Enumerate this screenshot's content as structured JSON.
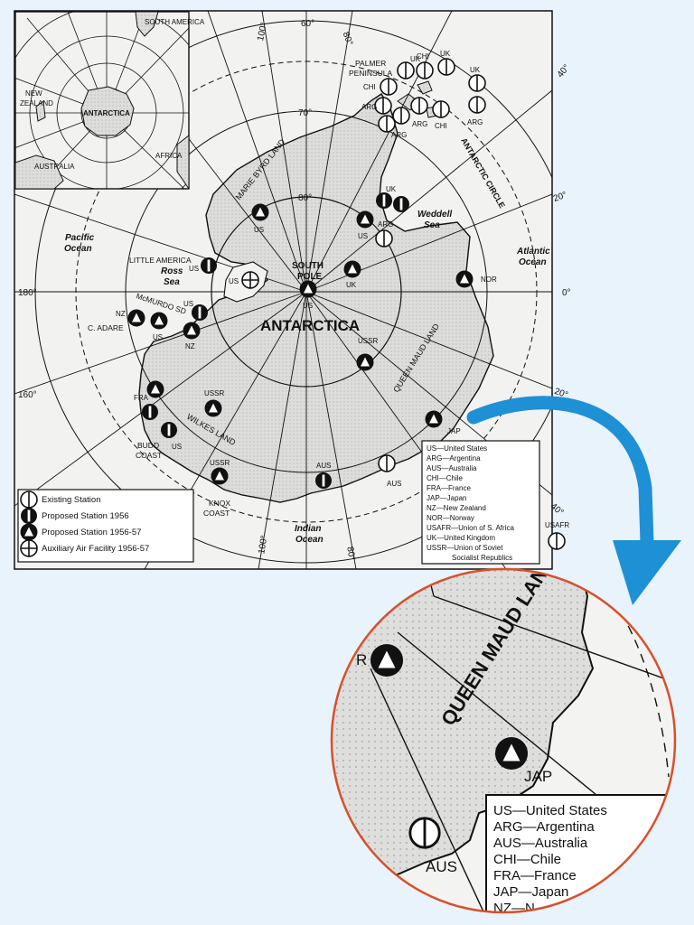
{
  "colors": {
    "page_bg": "#e9f3fb",
    "map_bg": "#f2f2f0",
    "land": "#dcdcda",
    "ink": "#111111",
    "arrow": "#1e90d6",
    "zoom_border": "#d8502c"
  },
  "inset": {
    "labels": [
      "SOUTH AMERICA",
      "NEW ZEALAND",
      "ANTARCTICA",
      "AFRICA",
      "AUSTRALIA"
    ]
  },
  "map": {
    "meridians": [
      "60°",
      "80°",
      "100°",
      "40°",
      "20°",
      "0°",
      "20°",
      "40°",
      "180°",
      "160°",
      "100°",
      "80°"
    ],
    "parallels": [
      "70°",
      "80°"
    ],
    "title": "ANTARCTICA",
    "south_pole": [
      "SOUTH",
      "POLE"
    ],
    "regions": [
      "MARIE BYRD LAND",
      "QUEEN MAUD LAND",
      "WILKES LAND",
      "ANTARCTIC CIRCLE"
    ],
    "seas": [
      "Ross",
      "Sea",
      "Weddell",
      "Sea"
    ],
    "oceans": [
      "Pacific",
      "Ocean",
      "Atlantic",
      "Ocean",
      "Indian",
      "Ocean"
    ],
    "places": [
      "PALMER",
      "PENINSULA",
      "LITTLE AMERICA",
      "McMURDO SD",
      "C. ADARE",
      "BUDD",
      "COAST",
      "KNOX",
      "COAST"
    ],
    "country_codes": [
      "US",
      "UK",
      "ARG",
      "CHI",
      "NZ",
      "FRA",
      "USSR",
      "NOR",
      "JAP",
      "AUS",
      "USAFR"
    ]
  },
  "legend": {
    "items": [
      "Existing Station",
      "Proposed Station 1956",
      "Proposed Station 1956-57",
      "Auxiliary Air Facility 1956-57"
    ]
  },
  "key": {
    "lines": [
      "US—United States",
      "ARG—Argentina",
      "AUS—Australia",
      "CHI—Chile",
      "FRA—France",
      "JAP—Japan",
      "NZ—New Zealand",
      "NOR—Norway",
      "USAFR—Union of S. Africa",
      "UK—United Kingdom",
      "USSR—Union of Soviet",
      "Socialist Republics"
    ]
  },
  "zoom": {
    "labels": [
      "QUEEN MAUD LAND",
      "JAP",
      "AUS",
      "R"
    ],
    "key_lines": [
      "US—United States",
      "ARG—Argentina",
      "AUS—Australia",
      "CHI—Chile",
      "FRA—France",
      "JAP—Japan",
      "NZ—N"
    ]
  }
}
